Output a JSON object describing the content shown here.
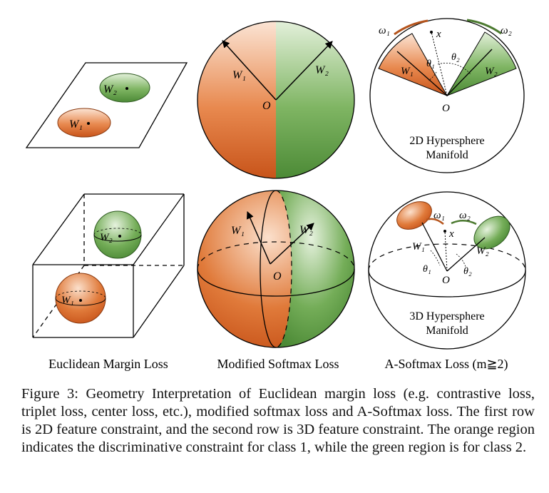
{
  "panels": {
    "euclidean_label": "Euclidean Margin Loss",
    "modified_label": "Modified Softmax Loss",
    "asoftmax_label": "A-Softmax Loss (m≧2)"
  },
  "symbols": {
    "w1": "W₁",
    "w2": "W₂",
    "O": "O",
    "x": "x",
    "theta1": "θ₁",
    "theta2": "θ₂",
    "omega1": "ω₁",
    "omega2": "ω₂"
  },
  "hypersphere": {
    "label2d_line1": "2D Hypersphere",
    "label2d_line2": "Manifold",
    "label3d_line1": "3D Hypersphere",
    "label3d_line2": "Manifold"
  },
  "colors": {
    "orange": "#d9642a",
    "green": "#5a9a45"
  },
  "caption": {
    "figure_label": "Figure 3:",
    "text": "Geometry Interpretation of Euclidean margin loss (e.g. contrastive loss, triplet loss, center loss, etc.), modified softmax loss and A-Softmax loss. The first row is 2D feature constraint, and the second row is 3D feature constraint. The orange region indicates the discriminative constraint for class 1, while the green region is for class 2."
  }
}
